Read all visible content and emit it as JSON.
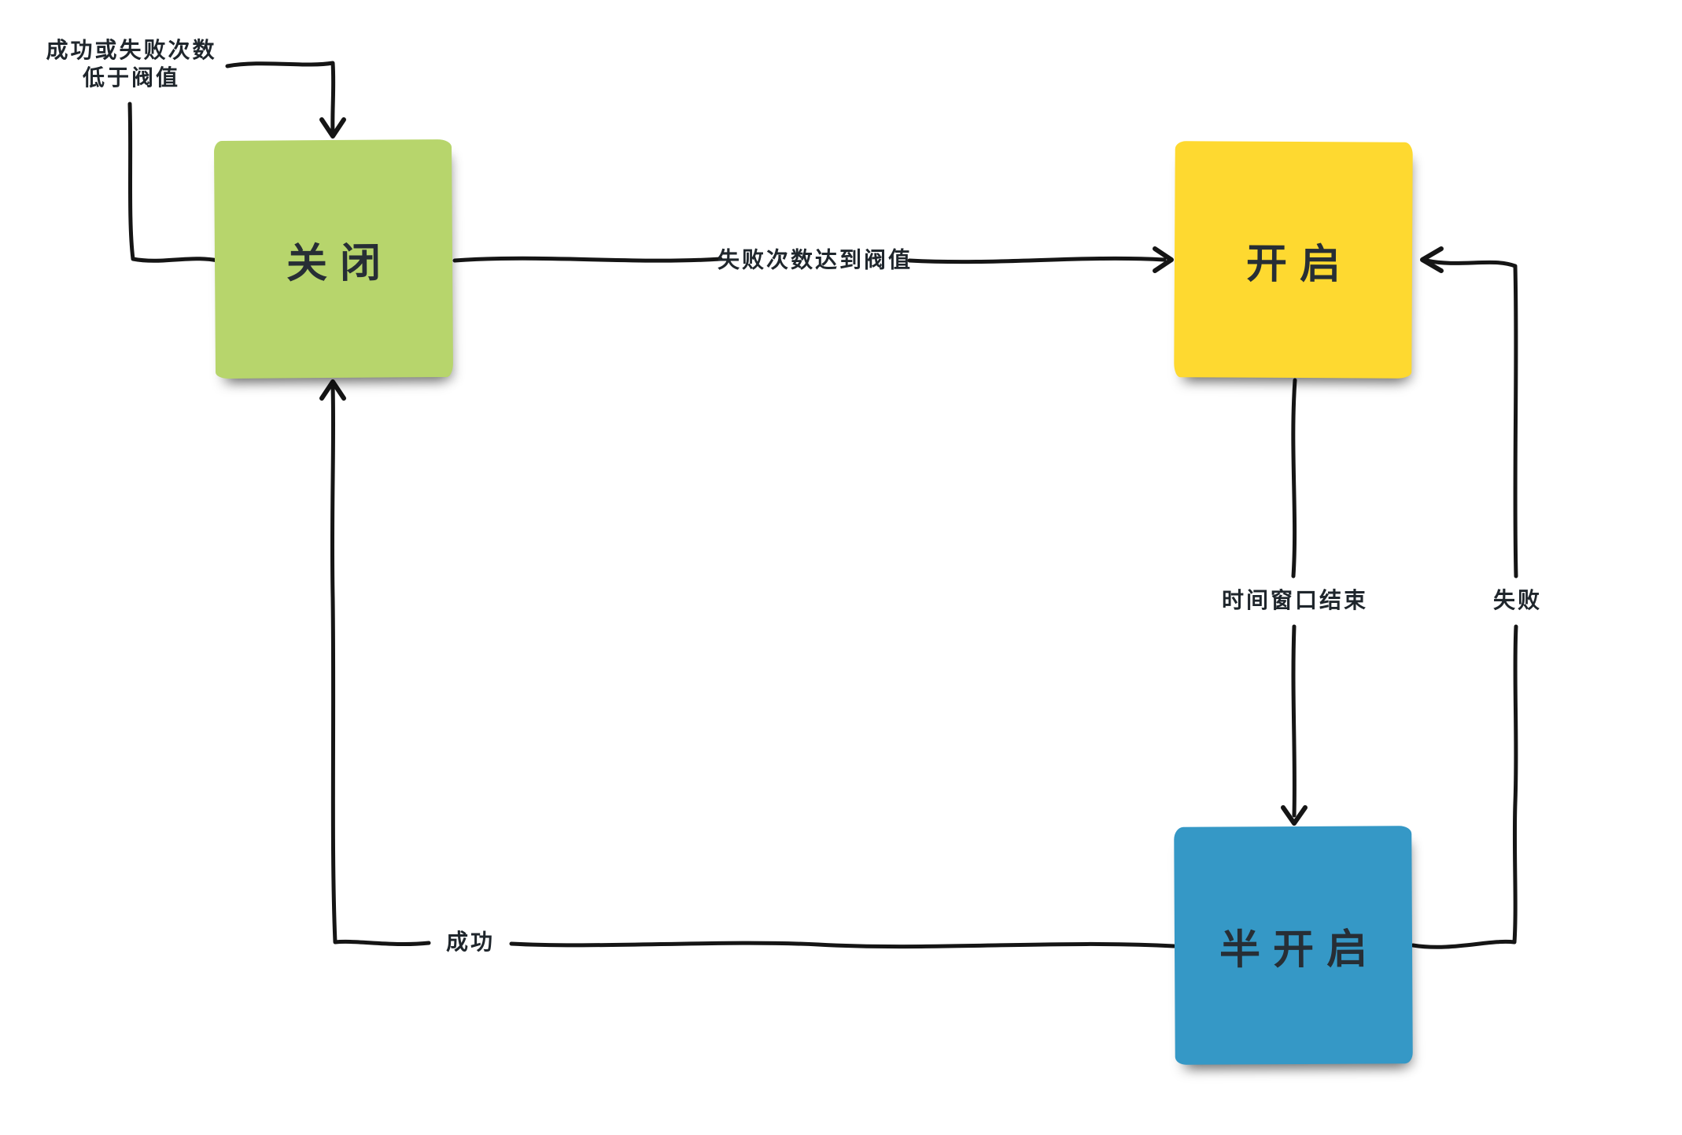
{
  "colors": {
    "closed_bg": "#b7d56c",
    "open_bg": "#fed930",
    "half_open_bg": "#3598c6",
    "line": "#151515",
    "label_text": "#1f262c",
    "note_text": "#272e35"
  },
  "states": {
    "closed": {
      "label": "关闭"
    },
    "open": {
      "label": "开启"
    },
    "half_open": {
      "label": "半开启"
    }
  },
  "transitions": {
    "closed_self_loop": {
      "from": "关闭",
      "to": "关闭",
      "lines": [
        "成功或失败次数",
        "低于阀值"
      ],
      "label": "成功或失败次数低于阀值"
    },
    "closed_to_open": {
      "from": "关闭",
      "to": "开启",
      "label": "失败次数达到阀值"
    },
    "open_to_half_open": {
      "from": "开启",
      "to": "半开启",
      "label": "时间窗口结束"
    },
    "half_open_to_open": {
      "from": "半开启",
      "to": "开启",
      "label": "失败"
    },
    "half_open_to_closed": {
      "from": "半开启",
      "to": "关闭",
      "label": "成功"
    }
  }
}
